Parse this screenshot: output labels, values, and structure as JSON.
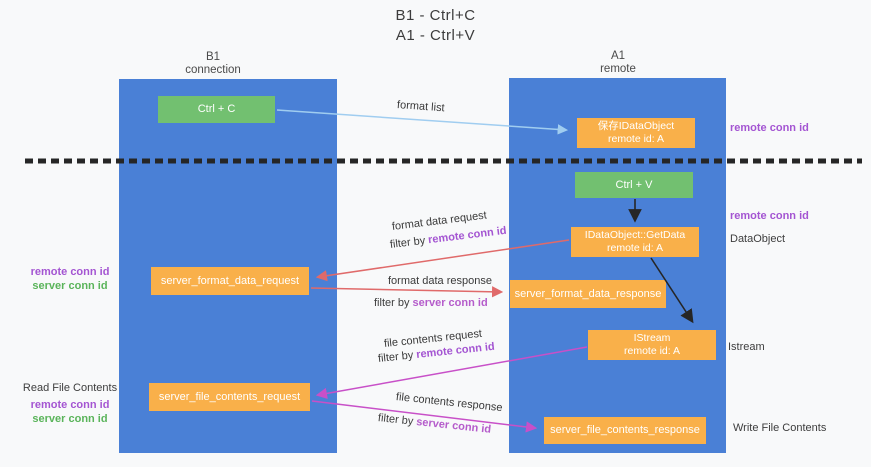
{
  "title": {
    "line1": "B1 - Ctrl+C",
    "line2": "A1 - Ctrl+V"
  },
  "columns": {
    "left": {
      "name": "B1",
      "subtitle": "connection"
    },
    "right": {
      "name": "A1",
      "subtitle": "remote"
    }
  },
  "nodes": {
    "ctrl_c": {
      "label": "Ctrl + C"
    },
    "save_idataobject": {
      "label": "保存IDataObject",
      "sub": "remote id: A"
    },
    "ctrl_v": {
      "label": "Ctrl + V"
    },
    "getdata": {
      "label": "IDataObject::GetData",
      "sub": "remote id: A"
    },
    "server_format_data_request": {
      "label": "server_format_data_request"
    },
    "server_format_data_response": {
      "label": "server_format_data_response"
    },
    "istream": {
      "label": "IStream",
      "sub": "remote id: A"
    },
    "server_file_contents_request": {
      "label": "server_file_contents_request"
    },
    "server_file_contents_response": {
      "label": "server_file_contents_response"
    }
  },
  "arrow_labels": {
    "format_list": "format list",
    "format_data_request": "format data request",
    "format_data_response": "format data response",
    "file_contents_request": "file contents request",
    "file_contents_response": "file contents response",
    "filter_by": "filter by",
    "remote_conn_id": "remote conn id",
    "server_conn_id": "server conn id"
  },
  "side_labels": {
    "remote_conn_id": "remote conn id",
    "server_conn_id": "server conn id",
    "dataobject": "DataObject",
    "istream": "Istream",
    "read_file_contents": "Read File Contents",
    "write_file_contents": "Write File Contents"
  },
  "colors": {
    "column_blue": "#4a80d6",
    "node_orange": "#f9b04a",
    "node_green": "#72c070",
    "arrow_lightblue": "#a0cdf0",
    "arrow_red": "#e06a6a",
    "arrow_magenta": "#c850c8",
    "arrow_black": "#262626",
    "text_purple": "#a455d2",
    "text_green": "#5ab45a"
  }
}
